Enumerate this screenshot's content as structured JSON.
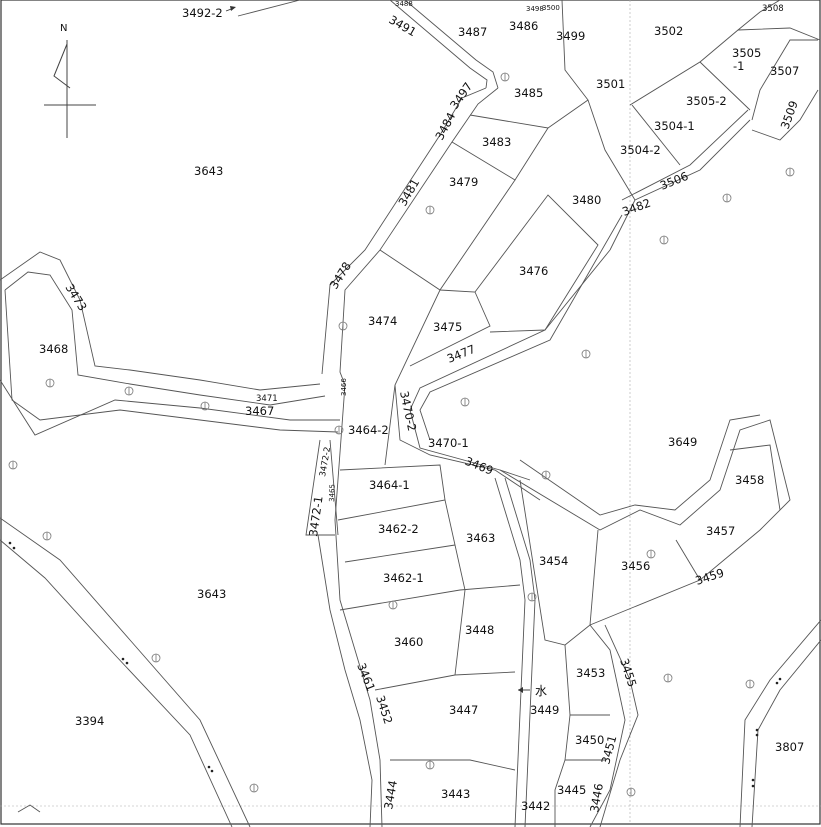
{
  "map": {
    "north_label": "N",
    "water_label": "水",
    "lots": [
      {
        "id": "lot-3492-2",
        "text": "3492-2"
      },
      {
        "id": "lot-3488",
        "text": "3488"
      },
      {
        "id": "lot-3491",
        "text": "3491"
      },
      {
        "id": "lot-3487",
        "text": "3487"
      },
      {
        "id": "lot-3486",
        "text": "3486"
      },
      {
        "id": "lot-3498",
        "text": "3498"
      },
      {
        "id": "lot-3500",
        "text": "3500"
      },
      {
        "id": "lot-3499",
        "text": "3499"
      },
      {
        "id": "lot-3502",
        "text": "3502"
      },
      {
        "id": "lot-3508",
        "text": "3508"
      },
      {
        "id": "lot-3505-1",
        "text": "3505"
      },
      {
        "id": "lot-3505-1b",
        "text": "-1"
      },
      {
        "id": "lot-3507",
        "text": "3507"
      },
      {
        "id": "lot-3501",
        "text": "3501"
      },
      {
        "id": "lot-3485",
        "text": "3485"
      },
      {
        "id": "lot-3497",
        "text": "3497"
      },
      {
        "id": "lot-3505-2",
        "text": "3505-2"
      },
      {
        "id": "lot-3509",
        "text": "3509"
      },
      {
        "id": "lot-3504-1",
        "text": "3504-1"
      },
      {
        "id": "lot-3484",
        "text": "3484"
      },
      {
        "id": "lot-3483",
        "text": "3483"
      },
      {
        "id": "lot-3504-2",
        "text": "3504-2"
      },
      {
        "id": "lot-3643-a",
        "text": "3643"
      },
      {
        "id": "lot-3506",
        "text": "3506"
      },
      {
        "id": "lot-3479",
        "text": "3479"
      },
      {
        "id": "lot-3481",
        "text": "3481"
      },
      {
        "id": "lot-3480",
        "text": "3480"
      },
      {
        "id": "lot-3482",
        "text": "3482"
      },
      {
        "id": "lot-3476",
        "text": "3476"
      },
      {
        "id": "lot-3478",
        "text": "3478"
      },
      {
        "id": "lot-3473",
        "text": "3473"
      },
      {
        "id": "lot-3474",
        "text": "3474"
      },
      {
        "id": "lot-3475",
        "text": "3475"
      },
      {
        "id": "lot-3468",
        "text": "3468"
      },
      {
        "id": "lot-3477",
        "text": "3477"
      },
      {
        "id": "lot-3466",
        "text": "3466"
      },
      {
        "id": "lot-3471",
        "text": "3471"
      },
      {
        "id": "lot-3467",
        "text": "3467"
      },
      {
        "id": "lot-3470-2",
        "text": "3470-2"
      },
      {
        "id": "lot-3464-2",
        "text": "3464-2"
      },
      {
        "id": "lot-3470-1",
        "text": "3470-1"
      },
      {
        "id": "lot-3649",
        "text": "3649"
      },
      {
        "id": "lot-3472-2",
        "text": "3472-2"
      },
      {
        "id": "lot-3469",
        "text": "3469"
      },
      {
        "id": "lot-3458",
        "text": "3458"
      },
      {
        "id": "lot-3464-1",
        "text": "3464-1"
      },
      {
        "id": "lot-3465",
        "text": "3465"
      },
      {
        "id": "lot-3472-1",
        "text": "3472-1"
      },
      {
        "id": "lot-3462-2",
        "text": "3462-2"
      },
      {
        "id": "lot-3463",
        "text": "3463"
      },
      {
        "id": "lot-3457",
        "text": "3457"
      },
      {
        "id": "lot-3454",
        "text": "3454"
      },
      {
        "id": "lot-3456",
        "text": "3456"
      },
      {
        "id": "lot-3462-1",
        "text": "3462-1"
      },
      {
        "id": "lot-3459",
        "text": "3459"
      },
      {
        "id": "lot-3643-b",
        "text": "3643"
      },
      {
        "id": "lot-3460",
        "text": "3460"
      },
      {
        "id": "lot-3448",
        "text": "3448"
      },
      {
        "id": "lot-3455",
        "text": "3455"
      },
      {
        "id": "lot-3453",
        "text": "3453"
      },
      {
        "id": "lot-3461",
        "text": "3461"
      },
      {
        "id": "lot-3394",
        "text": "3394"
      },
      {
        "id": "lot-3452",
        "text": "3452"
      },
      {
        "id": "lot-3447",
        "text": "3447"
      },
      {
        "id": "lot-3449",
        "text": "3449"
      },
      {
        "id": "lot-3450",
        "text": "3450"
      },
      {
        "id": "lot-3451",
        "text": "3451"
      },
      {
        "id": "lot-3807",
        "text": "3807"
      },
      {
        "id": "lot-3444",
        "text": "3444"
      },
      {
        "id": "lot-3443",
        "text": "3443"
      },
      {
        "id": "lot-3445",
        "text": "3445"
      },
      {
        "id": "lot-3446",
        "text": "3446"
      },
      {
        "id": "lot-3442",
        "text": "3442"
      }
    ]
  }
}
